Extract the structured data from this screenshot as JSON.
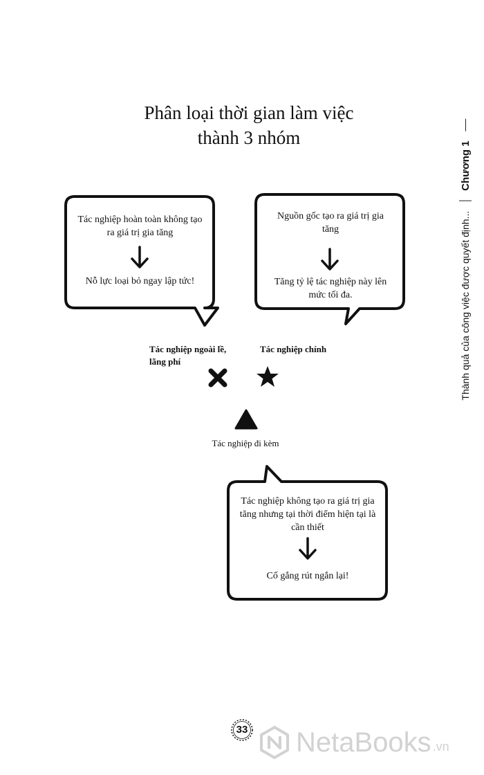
{
  "title": {
    "line1": "Phân loại thời gian làm việc",
    "line2": "thành 3 nhóm"
  },
  "bubbles": [
    {
      "top": "Tác nghiệp hoàn toàn không tạo ra giá trị gia tăng",
      "bottom": "Nỗ lực loại bỏ ngay lập tức!"
    },
    {
      "top": "Nguồn gốc tạo ra giá trị gia tăng",
      "bottom": "Tăng tỷ lệ tác nghiệp này lên mức tối đa."
    },
    {
      "top": "Tác nghiệp không tạo ra giá trị gia tăng nhưng tại thời điểm hiện tại là cần thiết",
      "bottom": "Cố gắng rút ngắn lại!"
    }
  ],
  "labels": {
    "waste": "Tác nghiệp ngoài lề, lãng phí",
    "main": "Tác nghiệp chính",
    "incidental": "Tác nghiệp đi kèm"
  },
  "icons": {
    "waste": "cross-icon",
    "main": "star-icon",
    "incidental": "triangle-icon",
    "arrow": "arrow-down-icon"
  },
  "sidebar": {
    "chapter": "Chương 1",
    "running_title": "Thành quả của công việc được quyết định..."
  },
  "page_number": "33",
  "watermark": {
    "brand": "NetaBooks",
    "suffix": ".vn"
  }
}
